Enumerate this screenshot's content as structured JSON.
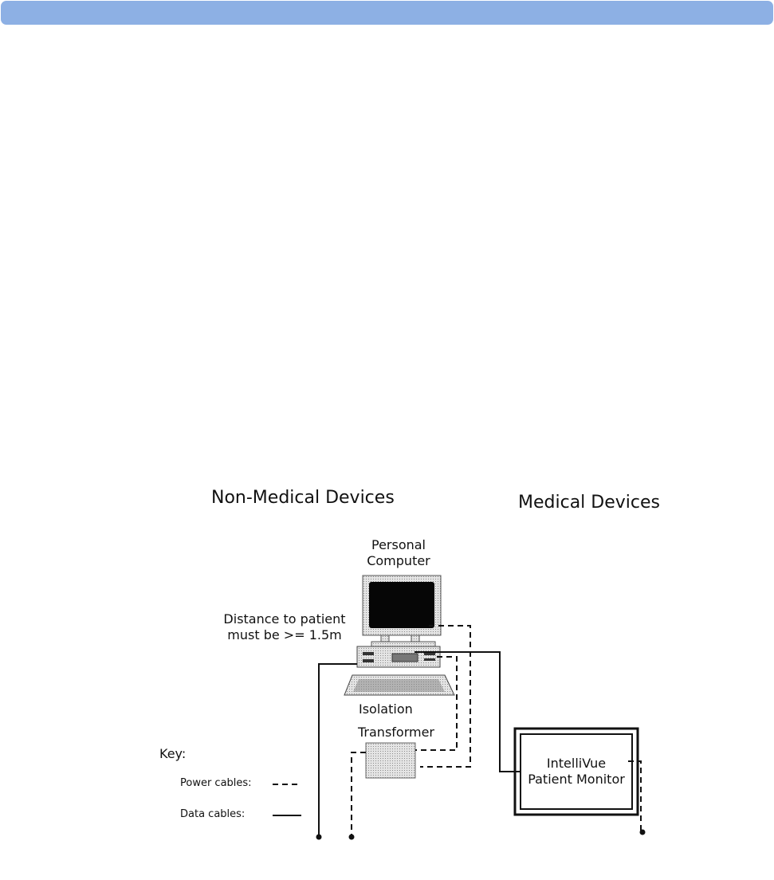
{
  "headings": {
    "non_medical": "Non-Medical Devices",
    "medical": "Medical Devices"
  },
  "devices": {
    "pc_line1": "Personal",
    "pc_line2": "Computer",
    "distance_line1": "Distance to patient",
    "distance_line2": "must be >= 1.5m",
    "isolation": "Isolation",
    "transformer": "Transformer",
    "monitor_line1": "IntelliVue",
    "monitor_line2": "Patient Monitor"
  },
  "key": {
    "title": "Key:",
    "power": "Power cables:",
    "data": "Data cables:"
  },
  "colors": {
    "header_bar": "#8db0e4"
  }
}
